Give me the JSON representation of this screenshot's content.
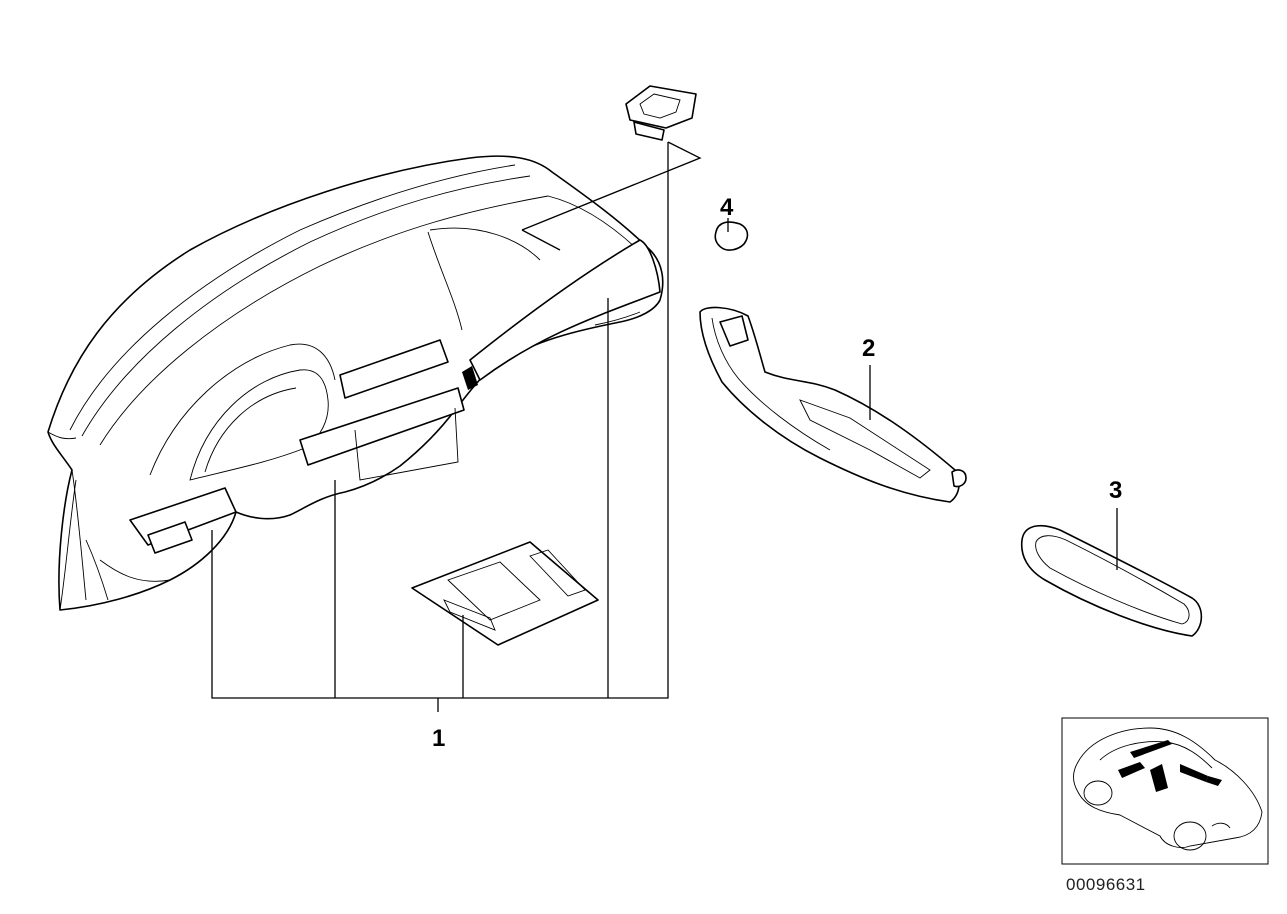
{
  "diagram": {
    "callouts": [
      {
        "id": "part-1",
        "label": "1"
      },
      {
        "id": "part-2",
        "label": "2"
      },
      {
        "id": "part-3",
        "label": "3"
      },
      {
        "id": "part-4",
        "label": "4"
      }
    ],
    "reference_number": "00096631"
  },
  "colors": {
    "line": "#000000",
    "background": "#ffffff"
  }
}
